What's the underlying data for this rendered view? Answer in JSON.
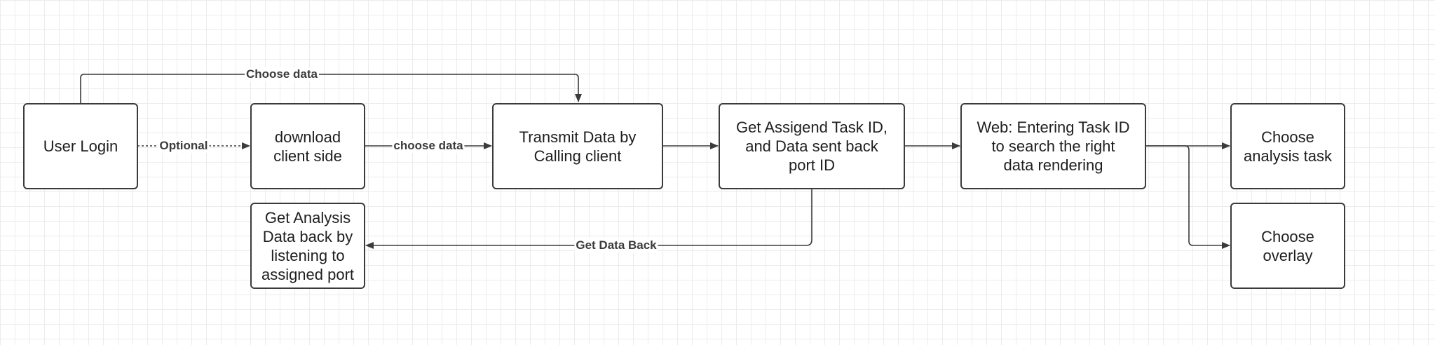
{
  "nodes": {
    "user_login": "User Login",
    "download_client": "download\nclient side",
    "transmit_data": "Transmit Data by\nCalling client",
    "get_task_id": "Get Assigend Task ID,\nand Data sent back\nport ID",
    "web_entering": "Web: Entering Task ID\nto search the right\ndata rendering",
    "choose_analysis": "Choose\nanalysis task",
    "choose_overlay": "Choose\noverlay",
    "get_analysis_back": "Get Analysis\nData back by\nlistening to\nassigned port"
  },
  "edge_labels": {
    "choose_data_top": "Choose data",
    "optional": "Optional",
    "choose_data_mid": "choose data",
    "get_data_back": "Get Data Back"
  },
  "colors": {
    "stroke": "#3b3b3b",
    "grid": "#ececec",
    "background": "#ffffff"
  }
}
